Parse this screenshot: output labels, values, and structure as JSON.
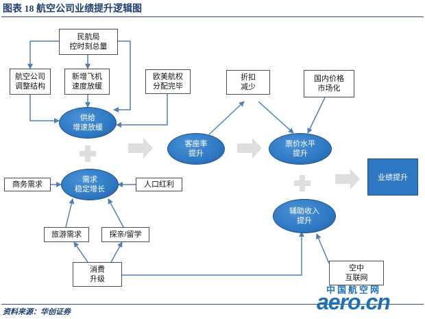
{
  "title": "图表 18  航空公司业绩提升逻辑图",
  "source": "资料来源：华创证券",
  "logo": {
    "top": "中国航空网",
    "main": "aero.cn"
  },
  "nodes": {
    "caac": "民航局\n控时刻总量",
    "restructure": "航空公司\n调整结构",
    "new_planes": "新增飞机\n速度放缓",
    "eu_rights": "欧美航权\n分配完毕",
    "supply": "供给\n增速放缓",
    "demand": "需求\n稳定增长",
    "business": "商务需求",
    "demographic": "人口红利",
    "tourism": "旅游需求",
    "family_study": "探亲/留学",
    "consumption": "消费\n升级",
    "load_factor": "客座率\n提升",
    "discount": "折扣\n减少",
    "domestic_price": "国内价格\n市场化",
    "fare": "票价水平\n提升",
    "ancillary": "辅助收入\n提升",
    "wifi": "空中\n互联网",
    "performance": "业绩提升"
  }
}
